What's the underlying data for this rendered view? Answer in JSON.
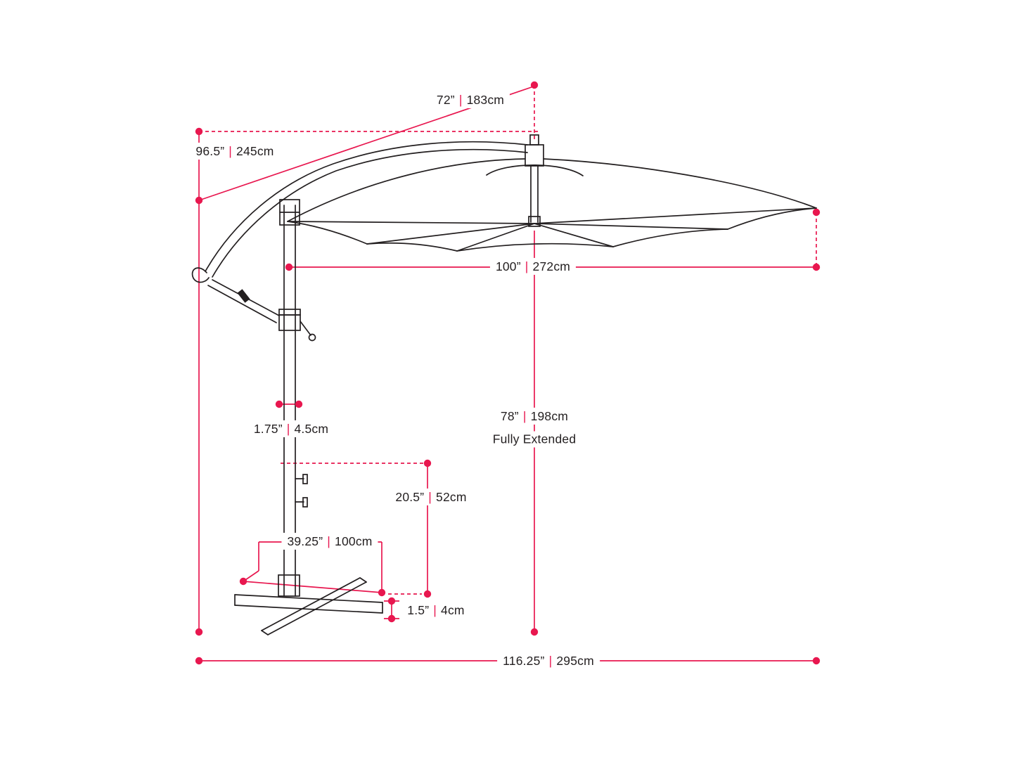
{
  "diagram": {
    "subject": "cantilever-offset-patio-umbrella-dimension-diagram",
    "separator": "|",
    "colors": {
      "accent": "#e8174f",
      "line_art": "#231f20",
      "background": "#ffffff"
    },
    "dimensions": {
      "pole_to_top": {
        "in": "72”",
        "cm": "183cm"
      },
      "overall_height": {
        "in": "96.5”",
        "cm": "245cm"
      },
      "canopy_diameter": {
        "in": "100”",
        "cm": "272cm"
      },
      "clearance": {
        "in": "78”",
        "cm": "198cm",
        "note": "Fully Extended"
      },
      "pole_diameter": {
        "in": "1.75”",
        "cm": "4.5cm"
      },
      "lower_pole": {
        "in": "20.5”",
        "cm": "52cm"
      },
      "base_width": {
        "in": "39.25”",
        "cm": "100cm"
      },
      "base_height": {
        "in": "1.5”",
        "cm": "4cm"
      },
      "overall_width": {
        "in": "116.25”",
        "cm": "295cm"
      }
    }
  }
}
